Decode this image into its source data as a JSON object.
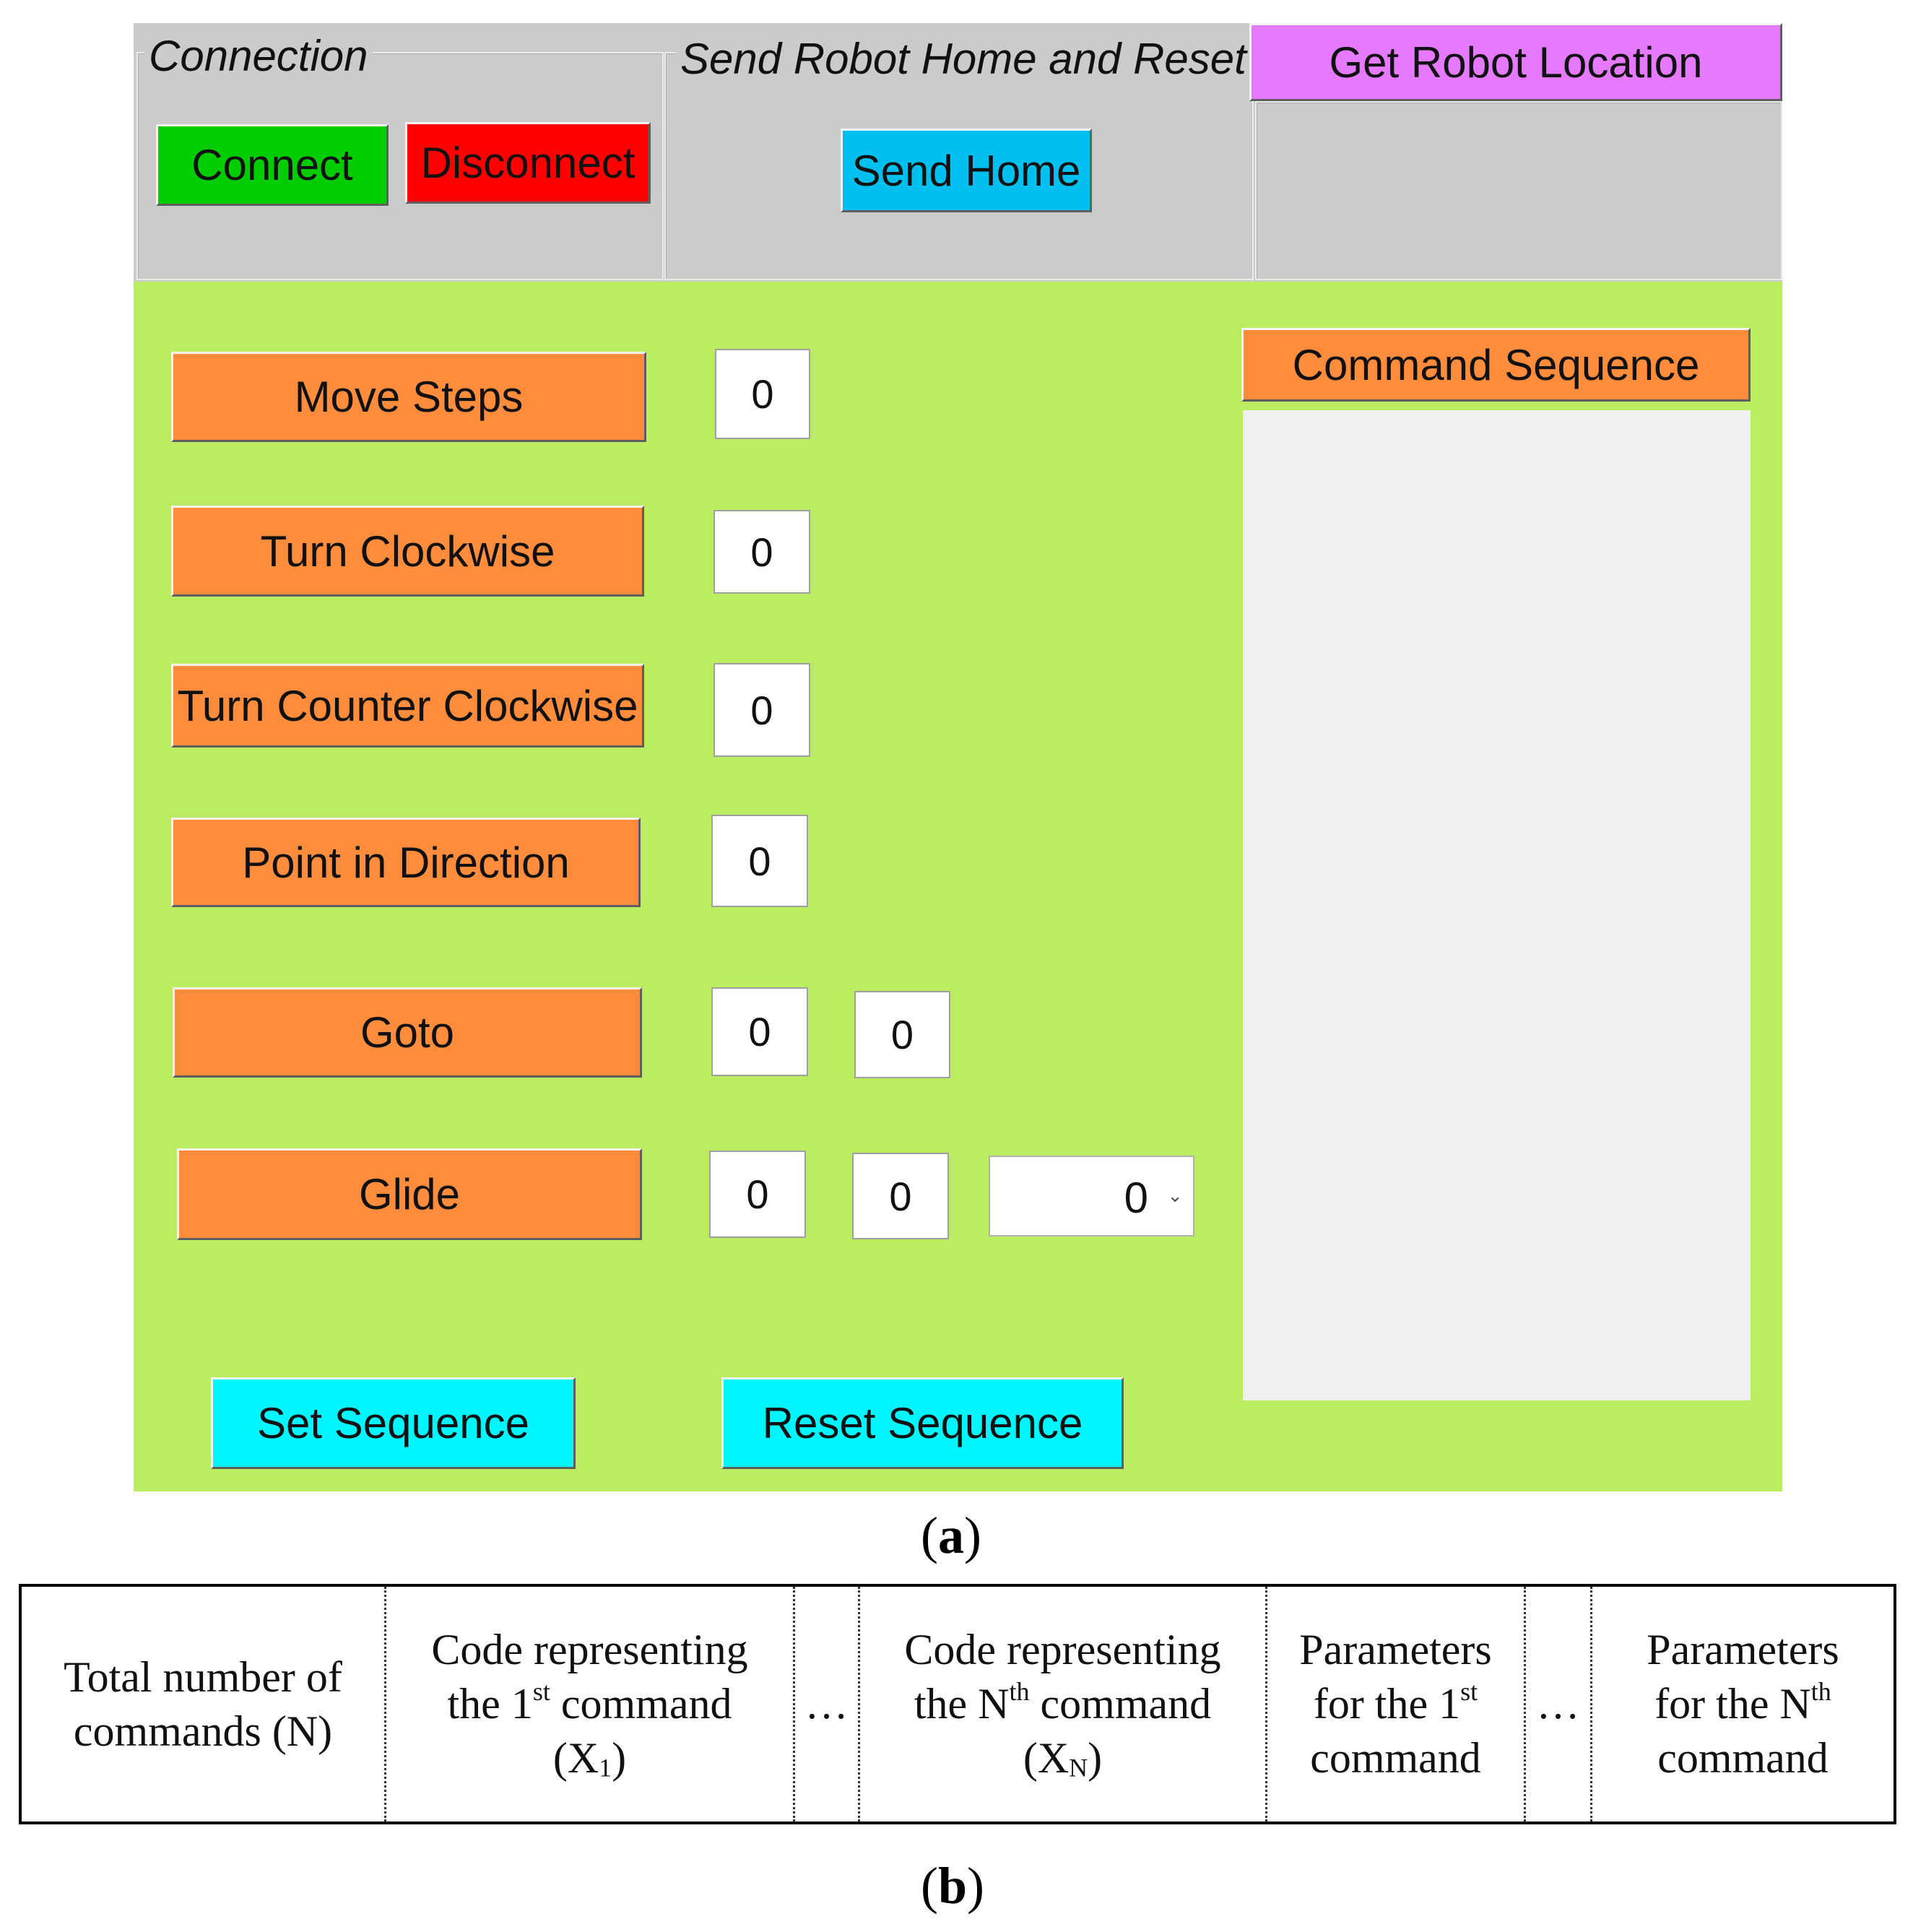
{
  "connection": {
    "legend": "Connection",
    "connect_label": "Connect",
    "disconnect_label": "Disconnect"
  },
  "home": {
    "legend": "Send Robot Home and Reset",
    "send_home_label": "Send Home"
  },
  "location": {
    "button_label": "Get Robot Location"
  },
  "commands": {
    "move_steps": {
      "label": "Move Steps",
      "value": "0"
    },
    "turn_clockwise": {
      "label": "Turn Clockwise",
      "value": "0"
    },
    "turn_counter_clockwise": {
      "label": "Turn Counter Clockwise",
      "value": "0"
    },
    "point_in_direction": {
      "label": "Point in Direction",
      "value": "0"
    },
    "goto": {
      "label": "Goto",
      "x": "0",
      "y": "0"
    },
    "glide": {
      "label": "Glide",
      "x": "0",
      "y": "0",
      "speed": "0"
    }
  },
  "sequence": {
    "header": "Command Sequence",
    "set_label": "Set Sequence",
    "reset_label": "Reset Sequence"
  },
  "captions": {
    "a": "a",
    "b": "b"
  },
  "table": {
    "col1": "Total number of commands (N)",
    "col2_line1": "Code representing",
    "col2_line2a": "the 1",
    "col2_sup": "st",
    "col2_line2b": " command",
    "col2_line3a": "(X",
    "col2_sub": "1",
    "col2_line3b": ")",
    "ellipsis": "…",
    "col4_line1": "Code representing",
    "col4_line2a": "the N",
    "col4_sup": "th",
    "col4_line2b": " command",
    "col4_line3a": "(X",
    "col4_sub": "N",
    "col4_line3b": ")",
    "col5_line1": "Parameters",
    "col5_line2a": "for the 1",
    "col5_sup": "st",
    "col5_line3": "command",
    "col7_line1": "Parameters",
    "col7_line2a": "for the N",
    "col7_sup": "th",
    "col7_line3": "command"
  },
  "colors": {
    "panel_gray": "#cbcbcb",
    "panel_green": "#bcec60",
    "connect_green": "#00cc00",
    "disconnect_red": "#ff0000",
    "send_home_blue": "#00c0f0",
    "location_violet": "#e67aff",
    "command_orange": "#fd8c3c",
    "sequence_cyan": "#00f5ff"
  }
}
